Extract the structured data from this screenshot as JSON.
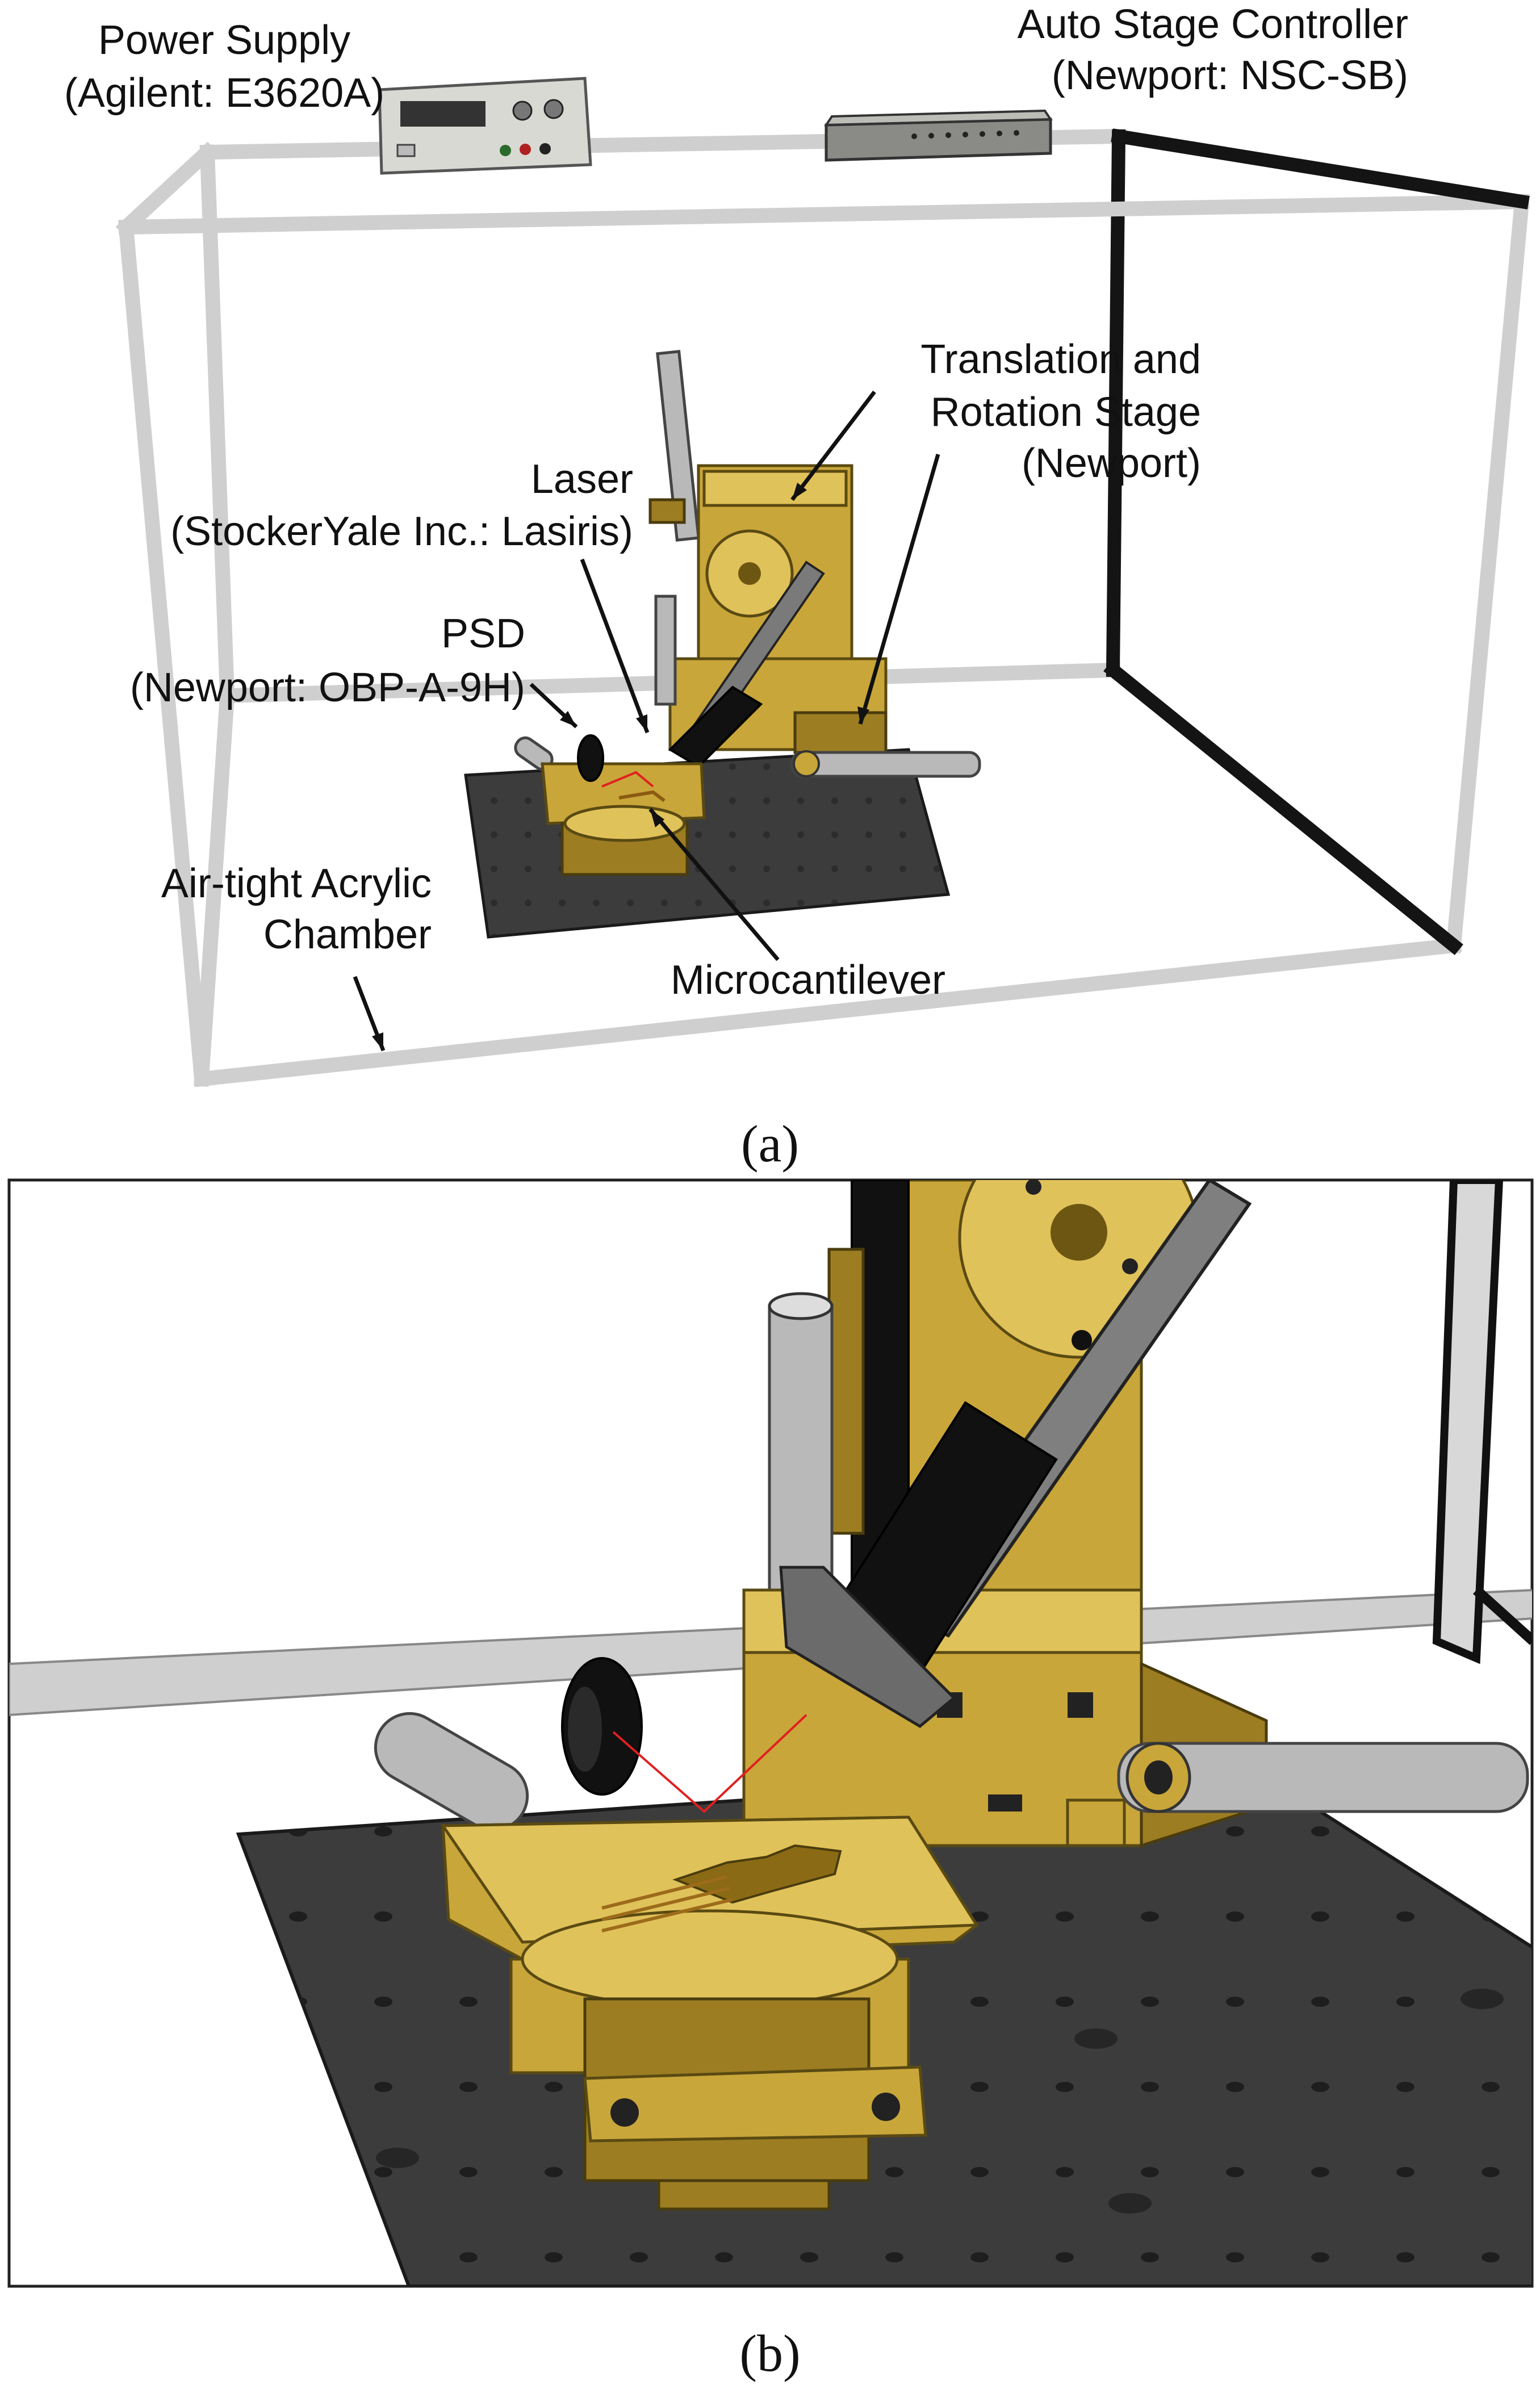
{
  "panel_a": {
    "caption": "(a)",
    "labels": {
      "power_supply_l1": "Power Supply",
      "power_supply_l2": "(Agilent: E3620A)",
      "controller_l1": "Auto Stage Controller",
      "controller_l2": "(Newport: NSC-SB)",
      "stage_l1": "Translation and",
      "stage_l2": "Rotation Stage",
      "stage_l3": "(Newport)",
      "laser_l1": "Laser",
      "laser_l2": "(StockerYale Inc.: Lasiris)",
      "psd_l1": "PSD",
      "psd_l2": "(Newport: OBP-A-9H)",
      "chamber_l1": "Air-tight Acrylic",
      "chamber_l2": "Chamber",
      "cantilever": "Microcantilever"
    }
  },
  "panel_b": {
    "caption": "(b)"
  },
  "colors": {
    "brass": "#c9a63a",
    "frame": "#cfcfcf",
    "table": "#3c3c3c",
    "laser_beam": "#e02020"
  }
}
